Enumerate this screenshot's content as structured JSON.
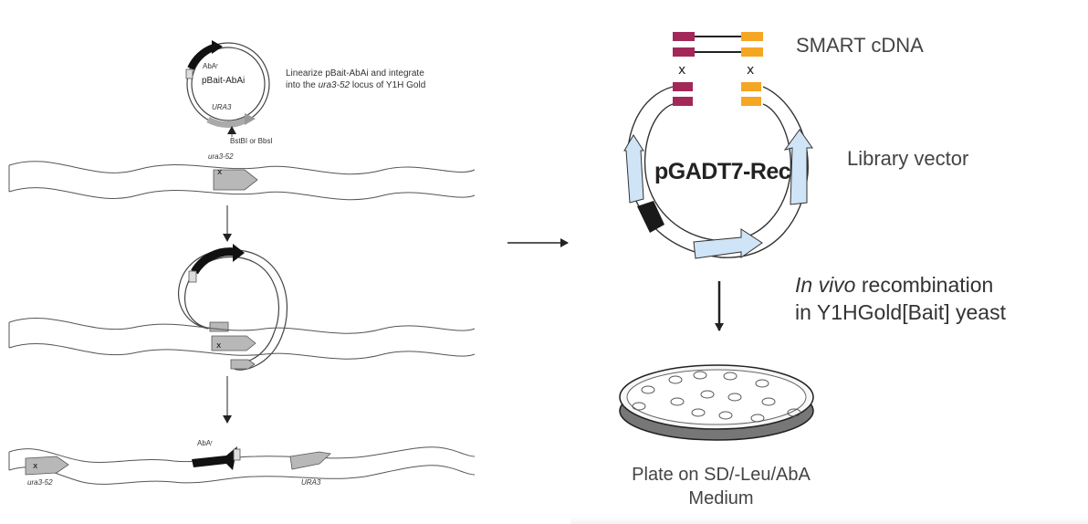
{
  "left_panel": {
    "plasmid_name": "pBait-AbAi",
    "abar_label": "AbAʳ",
    "ura3_label": "URA3",
    "restriction_label": "BstBI or BbsI",
    "linearize_text_line1": "Linearize pBait-AbAi and integrate",
    "linearize_text_line2_pre": "into the ",
    "linearize_text_line2_italic": "ura3-52",
    "linearize_text_line2_post": " locus of Y1H Gold",
    "locus_label_top": "ura3-52",
    "x_mark": "x",
    "final_abar_label": "AbAʳ",
    "final_ura3_52_label": "ura3-52",
    "final_ura3_label": "URA3"
  },
  "right_panel": {
    "smart_cdna_label": "SMART cDNA",
    "library_vector_label": "Library vector",
    "vector_name": "pGADT7-Rec",
    "x_mark_left": "x",
    "x_mark_right": "x",
    "in_vivo_italic": "In vivo",
    "in_vivo_rest": " recombination",
    "in_vivo_line2": "in Y1HGold[Bait] yeast",
    "plate_line1": "Plate on SD/-Leu/AbA",
    "plate_line2": "Medium"
  },
  "colors": {
    "insert_magenta": "#a3285a",
    "insert_orange": "#f5a623",
    "vector_blue": "#cfe4f6",
    "marker_black": "#1a1a1a",
    "grey_segment": "#b8b8b8"
  },
  "icons": [
    "arrow-right-icon",
    "arrow-down-icon",
    "petri-dish-icon"
  ]
}
